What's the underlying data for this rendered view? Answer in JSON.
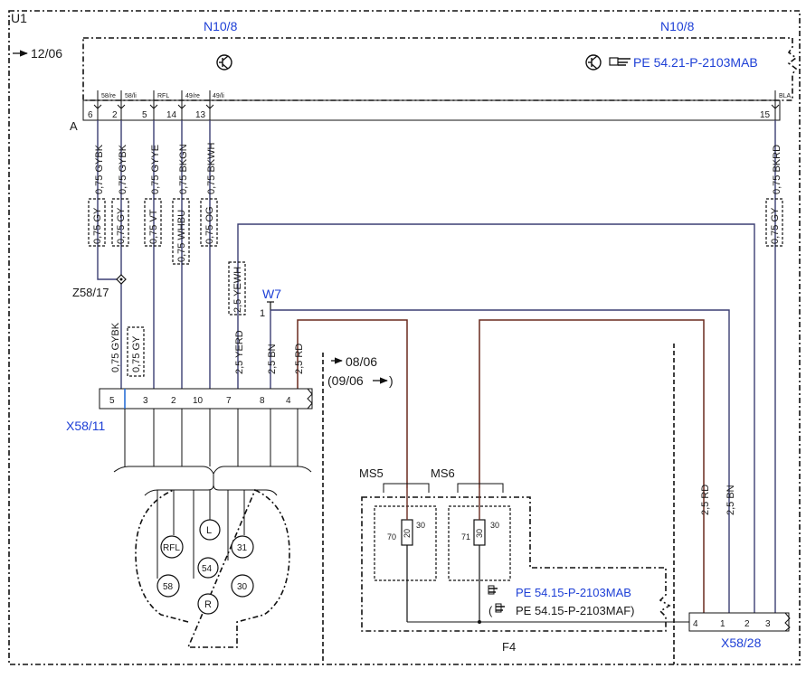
{
  "frame": {
    "label": "U1"
  },
  "module": {
    "name_left": "N10/8",
    "name_right": "N10/8",
    "ref": "PE 54.21-P-2103MAB",
    "connector_letter": "A"
  },
  "date_range_top": "12/06",
  "date_range_mid": "08/06",
  "date_range_mid_paren": "(09/06",
  "pins_a": [
    {
      "num": "6",
      "sig": "58/re"
    },
    {
      "num": "2",
      "sig": "58/li"
    },
    {
      "num": "5",
      "sig": "RFL"
    },
    {
      "num": "14",
      "sig": "49/re"
    },
    {
      "num": "13",
      "sig": "49/li"
    },
    {
      "num": "15",
      "sig": "BLA"
    }
  ],
  "wire_labels": {
    "w1": "0,75 GYBK",
    "w2": "0,75 GYBK",
    "w3": "0,75 GYYE",
    "w4": "0,75 BKGN",
    "w5": "0,75 BKWH",
    "w6": "0,75 BKRD",
    "alt1": "0,75 GY",
    "alt2": "0,75 GY",
    "alt3": "0,75 VT",
    "alt4": "0,75 WHBU",
    "alt5": "0,75 OG",
    "alt6": "0,75 GY",
    "z_gybk": "0,75 GYBK",
    "z_gy": "0,75 GY",
    "yewh": "2,5 YEWH",
    "yerd": "2,5 YERD",
    "bn": "2,5 BN",
    "rd": "2,5 RD",
    "rd2": "2,5 RD",
    "bn2": "2,5 BN"
  },
  "splice": "Z58/17",
  "ground_point": {
    "name": "W7",
    "pin": "1"
  },
  "connector_x58_11": {
    "name": "X58/11",
    "pins": [
      "5",
      "3",
      "2",
      "10",
      "7",
      "8",
      "4"
    ]
  },
  "socket_pins": [
    "L",
    "RFL",
    "31",
    "54",
    "58",
    "30",
    "R"
  ],
  "fuses": {
    "block": "F4",
    "ms5": "MS5",
    "ms6": "MS6",
    "f70": {
      "num": "70",
      "amps": "20",
      "term": "30"
    },
    "f71": {
      "num": "71",
      "amps": "30",
      "term": "30"
    },
    "ref1": "PE 54.15-P-2103MAB",
    "ref2": "PE 54.15-P-2103MAF)"
  },
  "connector_x58_28": {
    "name": "X58/28",
    "pins": [
      "4",
      "1",
      "2",
      "3"
    ]
  },
  "symbols": {
    "ref_icon": "pointing-hand-icon",
    "transistor_icon": "transistor-icon"
  }
}
